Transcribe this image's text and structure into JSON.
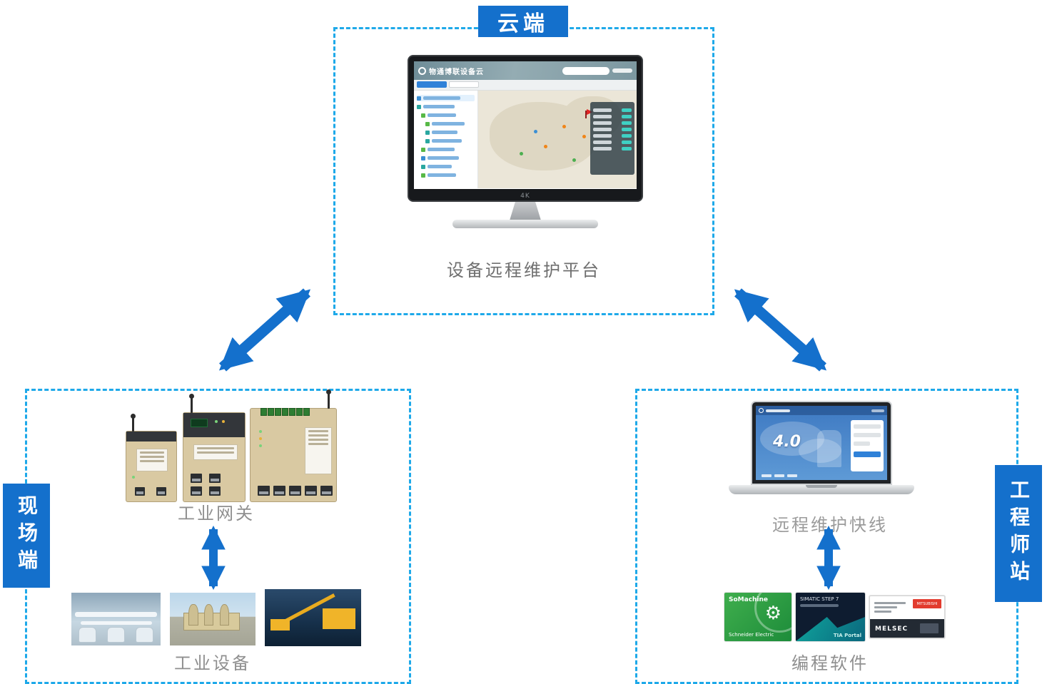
{
  "labels": {
    "cloud": "云端",
    "field": "现场端",
    "engineer": "工程师站"
  },
  "cloud": {
    "platform_caption": "设备远程维护平台",
    "monitor": {
      "brand": "物通博联设备云",
      "bezel_badge": "4K"
    }
  },
  "field": {
    "gateway_caption": "工业网关",
    "equipment_caption": "工业设备"
  },
  "engineer": {
    "laptop_caption": "远程维护快线",
    "screen_headline": "4.0",
    "software_caption": "编程软件",
    "software_items": [
      {
        "title": "SoMachine",
        "brand": "Schneider Electric"
      },
      {
        "title": "SIMATIC STEP 7",
        "brand": "TIA Portal"
      },
      {
        "title": "MELSEC",
        "brand": "MITSUBISHI"
      }
    ]
  },
  "colors": {
    "dashed_border": "#1ea9e9",
    "label_background": "#1470cc",
    "arrow": "#1470cc",
    "caption_text": "#8f8f8f"
  }
}
